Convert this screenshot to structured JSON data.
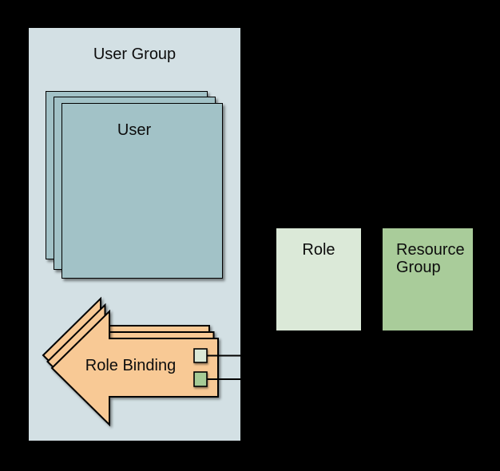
{
  "diagram": {
    "user_group": {
      "label": "User Group"
    },
    "user_stack": {
      "label": "User",
      "visible_copies": 3
    },
    "role_binding_stack": {
      "label": "Role Binding",
      "visible_copies": 3
    },
    "role_box": {
      "label": "Role"
    },
    "resource_group_box": {
      "label": "Resource Group"
    },
    "chips": {
      "role_chip_color": "#dbe9d8",
      "resource_group_chip_color": "#a6cb96",
      "connector_count": 2
    }
  },
  "colors": {
    "background": "#000000",
    "user_group_fill": "#d3e0e4",
    "user_card_fill": "#a2c2c7",
    "role_binding_fill": "#f8c995",
    "role_fill": "#dbe9d8",
    "resource_group_fill": "#a9cc9a",
    "outline": "#000000"
  }
}
